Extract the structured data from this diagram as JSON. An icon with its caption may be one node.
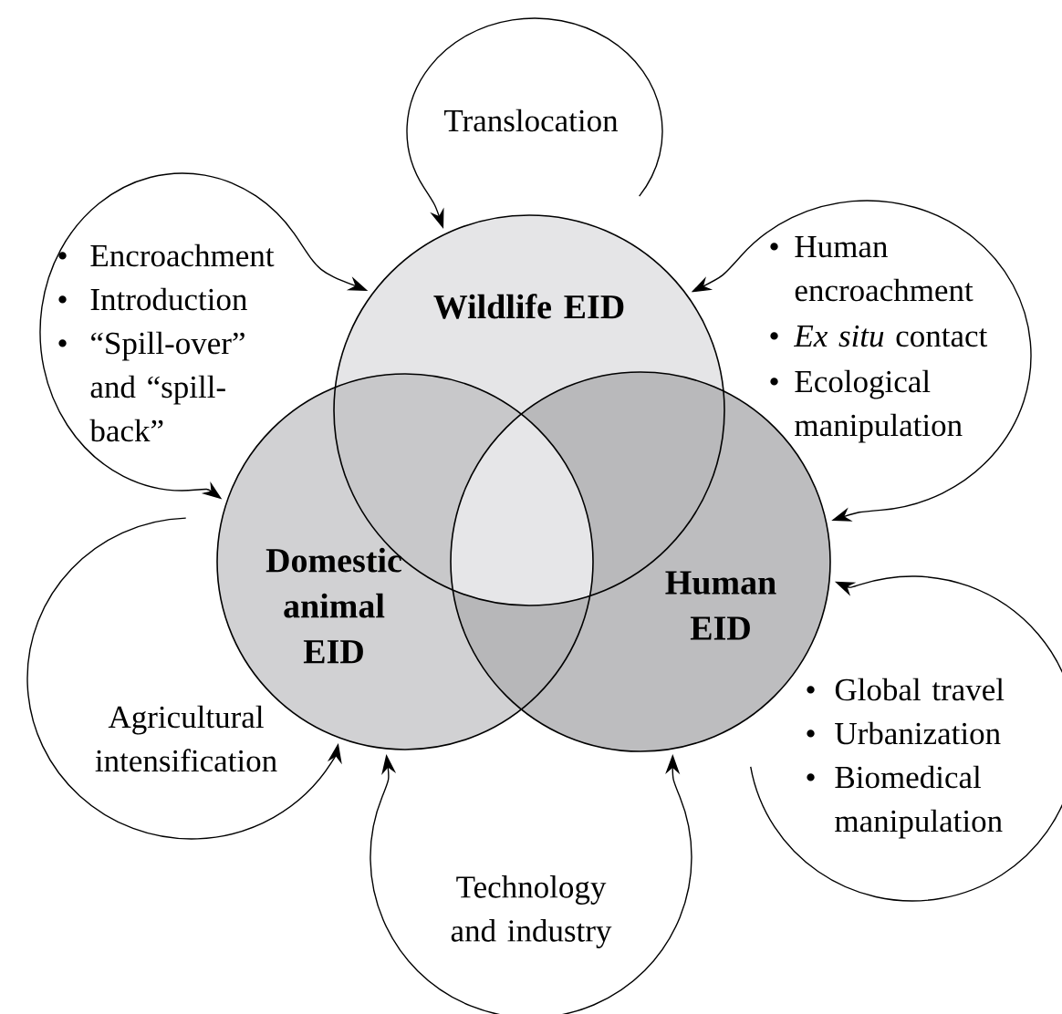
{
  "diagram": {
    "nodes": [
      {
        "text": [
          "Wildlife EID"
        ]
      },
      {
        "text": [
          "Domestic animal EID"
        ]
      },
      {
        "text": [
          "Human EID"
        ]
      }
    ],
    "edges": [
      {
        "from": null,
        "to": 0,
        "arrow": "to"
      },
      {
        "from": 0,
        "to": 1,
        "arrow": "both"
      },
      {
        "from": 0,
        "to": 2,
        "arrow": "both"
      },
      {
        "from": null,
        "to": 1,
        "arrow": "to"
      },
      {
        "from": 1,
        "to": 2,
        "arrow": "both"
      },
      {
        "from": null,
        "to": 2,
        "arrow": "to"
      }
    ],
    "labels": [
      "Translocation",
      "•",
      "Encroachment",
      "•",
      "Introduction",
      "•",
      "“Spill-over” and “spill-back”",
      "•",
      "Human encroachment",
      "•",
      "*Ex situ* contact",
      "•",
      "Ecological manipulation",
      "Agricultural intensification",
      "•",
      "Global travel",
      "•",
      "Urbanization",
      "•",
      "Biomedical manipulation",
      "Technology and industry"
    ]
  }
}
